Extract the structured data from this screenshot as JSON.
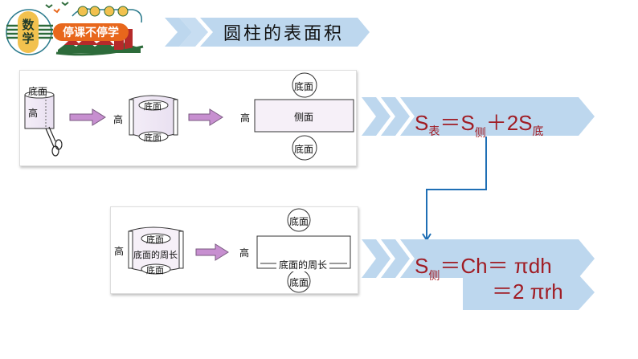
{
  "logo": {
    "subject_chars": [
      "数",
      "学"
    ],
    "banner": "停课不停学"
  },
  "title": "圆柱的表面积",
  "colors": {
    "banner_blue": "#bdd7ee",
    "formula_red": "#a01c24",
    "connector_blue": "#1f6fb5",
    "arrow_purple": "#c78fd0"
  },
  "top_diagram": {
    "step1": {
      "top_label": "底面",
      "side_label": "高"
    },
    "step2": {
      "height_label": "高",
      "top_label": "底面",
      "bottom_label": "底面"
    },
    "step3": {
      "height_label": "高",
      "top_circle": "底面",
      "rect_label": "侧面",
      "bottom_circle": "底面"
    }
  },
  "bottom_diagram": {
    "step1": {
      "height_label": "高",
      "top_label": "底面",
      "middle_label": "底面的周长",
      "bottom_label": "底面"
    },
    "step2": {
      "height_label": "高",
      "top_circle": "底面",
      "width_label": "底面的周长",
      "bottom_circle": "底面"
    }
  },
  "formula1": {
    "s": "S",
    "sub_total": "表",
    "eq": "＝",
    "s2": "S",
    "sub_side": "侧",
    "plus": "＋2S",
    "sub_base": "底"
  },
  "formula2": {
    "s": "S",
    "sub_side": "侧",
    "line1": "＝Ch＝ πdh",
    "line2": "＝2 πrh"
  }
}
